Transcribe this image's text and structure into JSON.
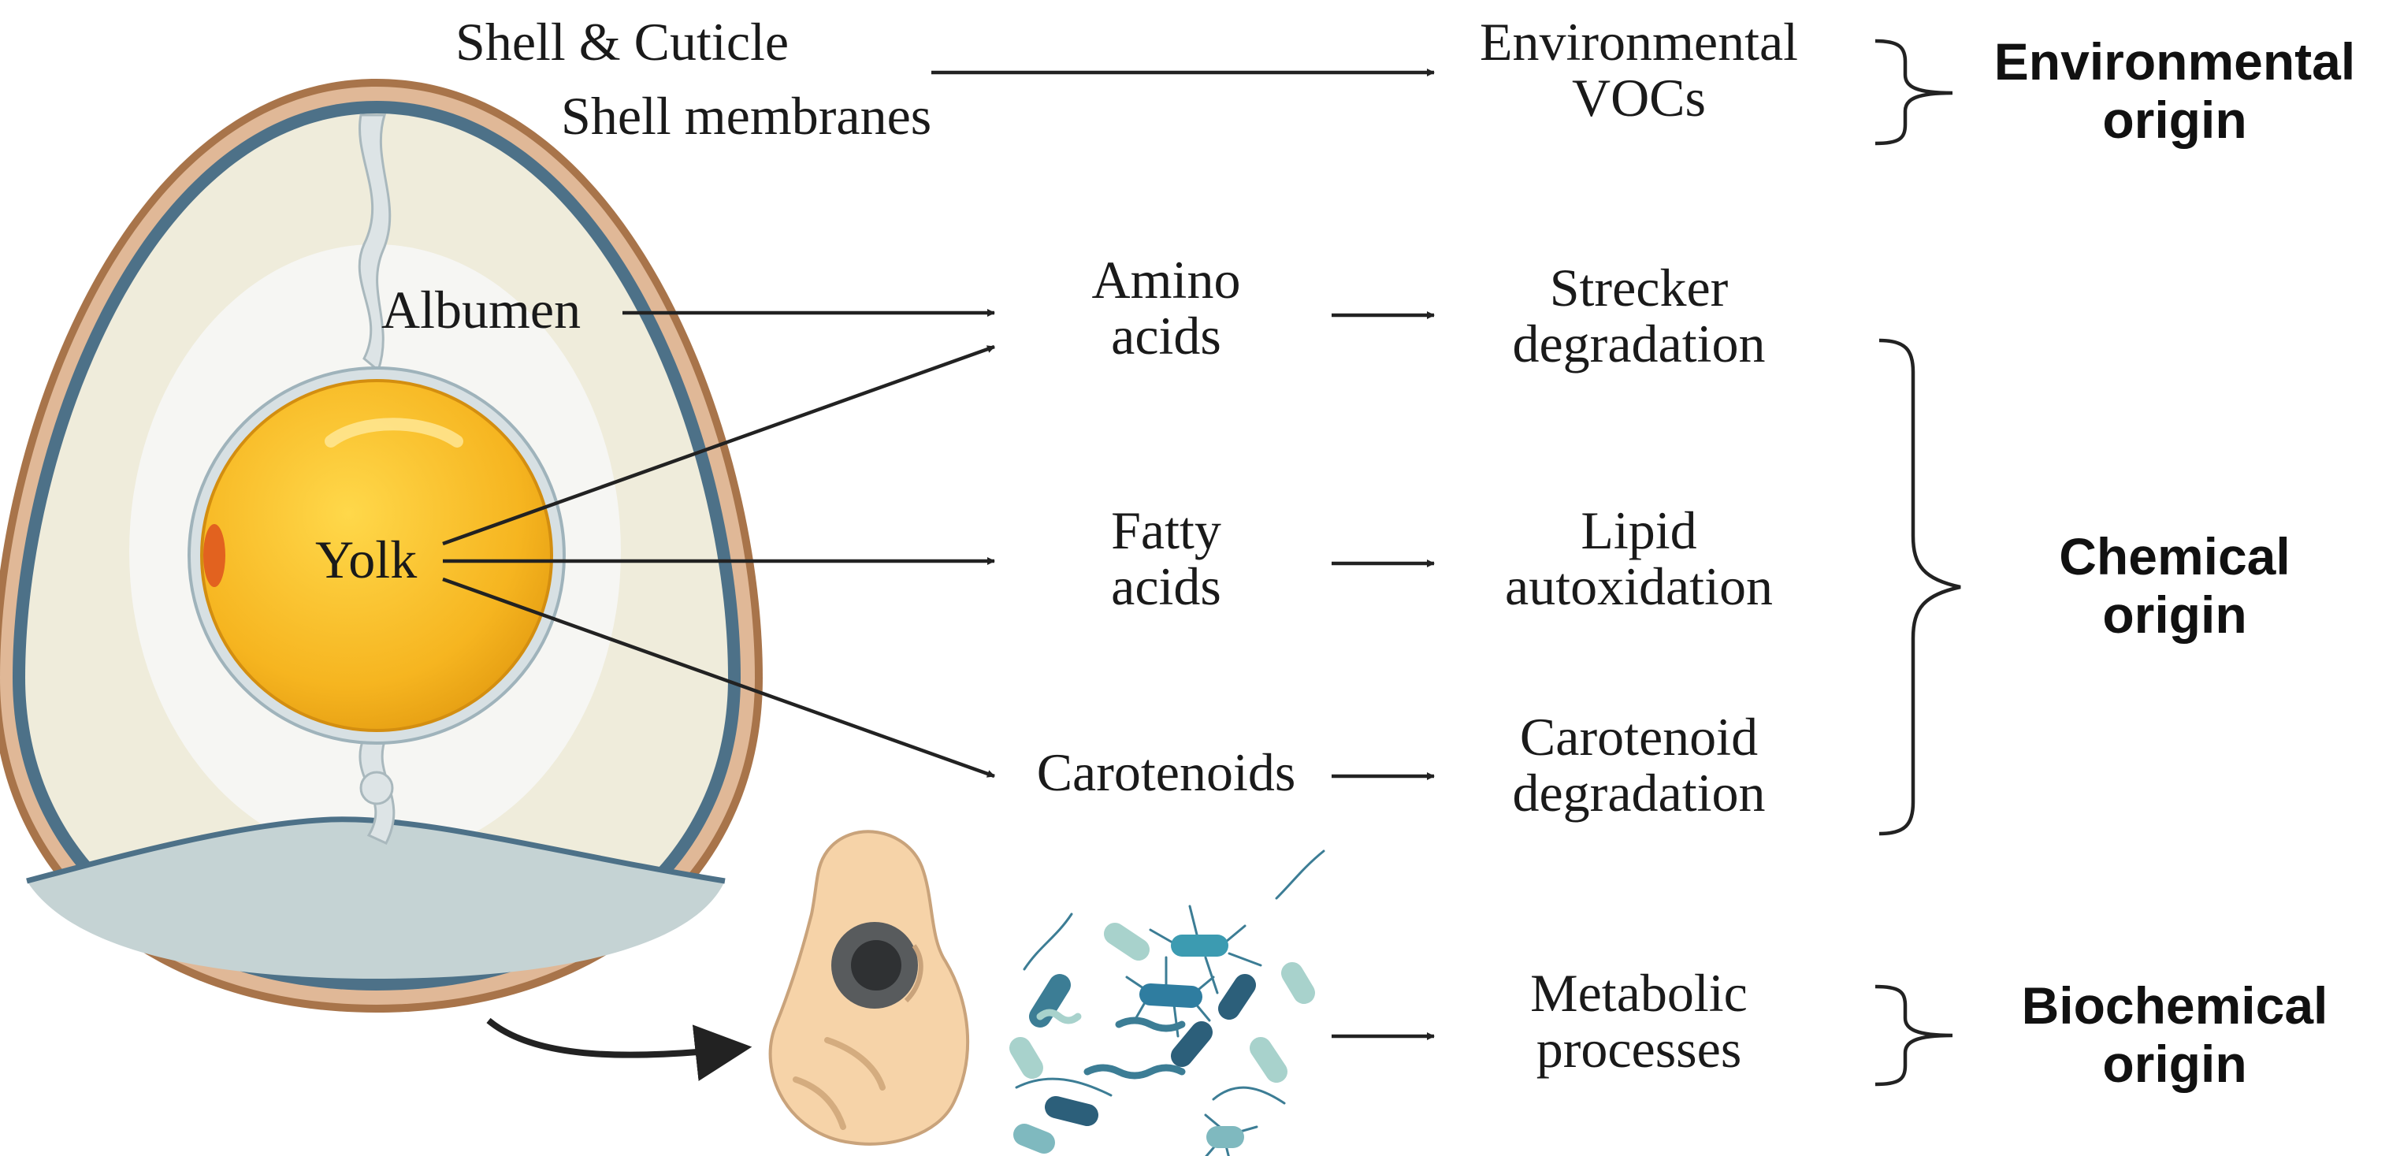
{
  "egg": {
    "shell_label": "Shell & Cuticle",
    "membranes_label": "Shell membranes",
    "albumen_label": "Albumen",
    "yolk_label": "Yolk"
  },
  "precursors": {
    "amino_1": "Amino",
    "amino_2": "acids",
    "fatty_1": "Fatty",
    "fatty_2": "acids",
    "carotenoids": "Carotenoids"
  },
  "processes": {
    "env_1": "Environmental",
    "env_2": "VOCs",
    "strecker_1": "Strecker",
    "strecker_2": "degradation",
    "lipid_1": "Lipid",
    "lipid_2": "autoxidation",
    "carot_1": "Carotenoid",
    "carot_2": "degradation",
    "metab_1": "Metabolic",
    "metab_2": "processes"
  },
  "origins": {
    "env_1": "Environmental",
    "env_2": "origin",
    "chem_1": "Chemical",
    "chem_2": "origin",
    "bio_1": "Biochemical",
    "bio_2": "origin"
  },
  "icons": {
    "egg": "egg-cross-section-icon",
    "embryo": "chick-embryo-icon",
    "microbes": "bacteria-icon"
  },
  "colors": {
    "shell": "#a8744a",
    "albumen_outer": "#efecdb",
    "albumen_inner": "#f4f4f1",
    "yolk": "#f3b21c",
    "air_cell": "#c5d3d4",
    "membrane": "#4d7188",
    "arrow": "#222222",
    "text": "#1a1a1a"
  }
}
